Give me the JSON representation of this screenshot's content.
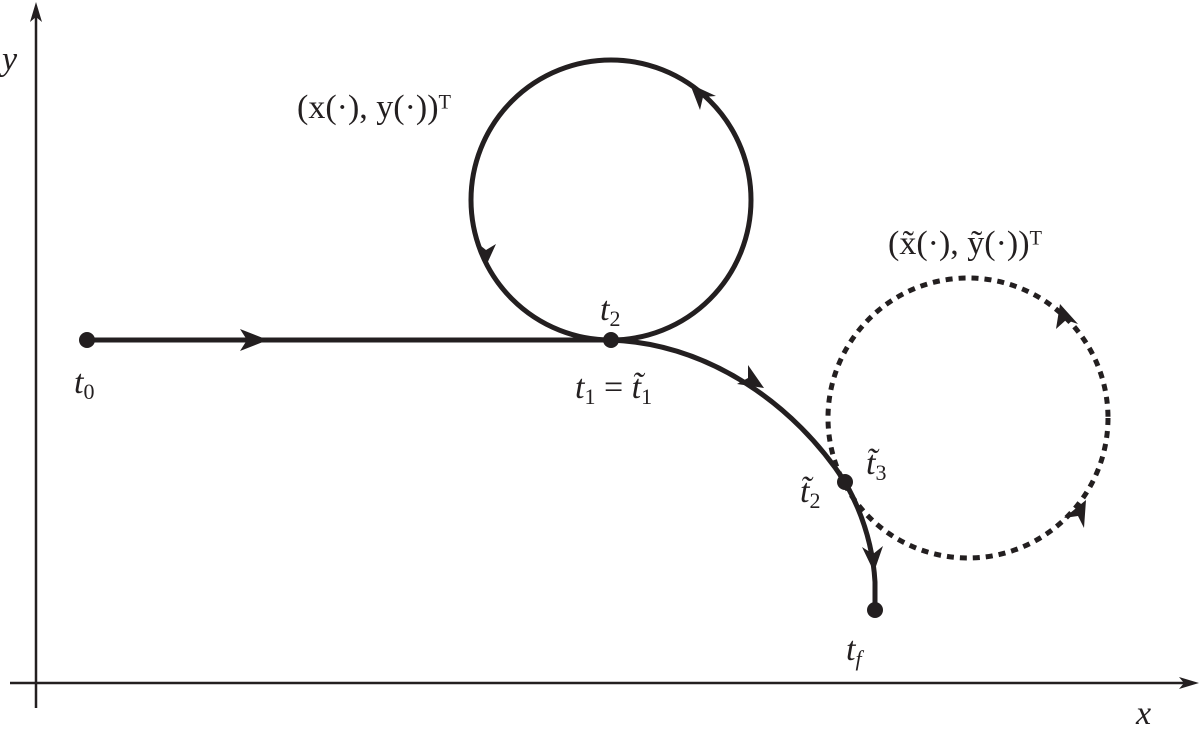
{
  "colors": {
    "ink": "#231f20",
    "background": "#ffffff"
  },
  "axes": {
    "x_label": "x",
    "y_label": "y"
  },
  "curves": {
    "nominal_label": "(x(·), y(·))ᵀ",
    "perturbed_label": "(x̃(·), ỹ(·))ᵀ"
  },
  "points": {
    "t0": {
      "base": "t",
      "sub": "0"
    },
    "t2": {
      "base": "t",
      "sub": "2"
    },
    "t1": {
      "base": "t",
      "sub": "1",
      "eq": " = ",
      "base2": "t̃",
      "sub2": "1"
    },
    "t2_tilde": {
      "base": "t̃",
      "sub": "2"
    },
    "t3_tilde": {
      "base": "t̃",
      "sub": "3"
    },
    "tf": {
      "base": "t",
      "sub": "f"
    }
  }
}
